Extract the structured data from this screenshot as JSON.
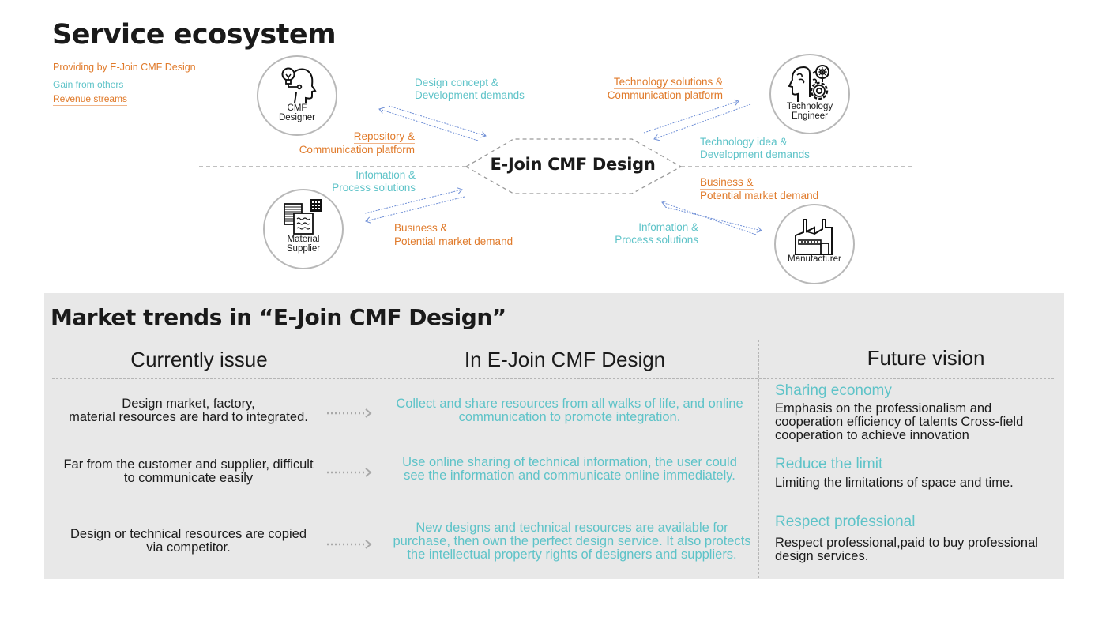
{
  "ecosystem": {
    "title": "Service ecosystem",
    "legend": {
      "providing": "Providing by E-Join CMF Design",
      "gain": "Gain from others",
      "revenue": "Revenue streams"
    },
    "center": "E-Join CMF Design",
    "nodes": {
      "designer": {
        "label": "CMF\nDesigner",
        "icon": "head-lightbulb-icon"
      },
      "engineer": {
        "label": "Technology\nEngineer",
        "icon": "head-gear-icon"
      },
      "supplier": {
        "label": "Material\nSupplier",
        "icon": "material-swatches-icon"
      },
      "manufacturer": {
        "label": "Manufacturer",
        "icon": "factory-icon"
      }
    },
    "flows": {
      "designer_gain": [
        "Design concept &",
        "Development demands"
      ],
      "designer_provide": [
        "Repository &",
        "Communication platform"
      ],
      "engineer_provide": [
        "Technology solutions &",
        "Communication platform"
      ],
      "engineer_gain": [
        "Technology idea &",
        "Development demands"
      ],
      "supplier_gain": [
        "Infomation &",
        "Process solutions"
      ],
      "supplier_revenue": [
        "Business &",
        "Potential market demand"
      ],
      "manufacturer_revenue": [
        "Business &",
        "Potential market demand"
      ],
      "manufacturer_gain": [
        "Infomation &",
        "Process solutions"
      ]
    },
    "colors": {
      "orange": "#e07a2a",
      "teal": "#5ec3c8",
      "arrow_blue": "#6f8fd6"
    }
  },
  "market": {
    "title": "Market trends in  “E-Join CMF Design”",
    "columns": {
      "issue": "Currently issue",
      "ejoin": "In E-Join CMF Design",
      "future": "Future vision"
    },
    "rows": [
      {
        "issue": "Design market, factory,\nmaterial resources are hard to integrated.",
        "solution": "Collect and share resources from all walks of life, and online\ncommunication to promote integration."
      },
      {
        "issue": "Far from the customer and supplier, difficult\nto communicate easily",
        "solution": "Use online sharing of technical information, the user could\nsee the information and communicate online immediately."
      },
      {
        "issue": "Design or technical resources are copied\nvia competitor.",
        "solution": "New designs and technical resources are available for\npurchase, then own the perfect design service. It also protects\nthe intellectual property rights of designers and suppliers."
      }
    ],
    "vision": [
      {
        "heading": "Sharing economy",
        "body": "Emphasis on the professionalism  and\ncooperation efficiency of talents Cross-field\ncooperation to achieve innovation"
      },
      {
        "heading": "Reduce the limit",
        "body": "Limiting the limitations of space and time."
      },
      {
        "heading": "Respect professional",
        "body": "Respect professional,paid to buy professional\ndesign services."
      }
    ],
    "colors": {
      "panel_bg": "#e8e8e8",
      "solution_teal": "#5ec3c8"
    }
  }
}
